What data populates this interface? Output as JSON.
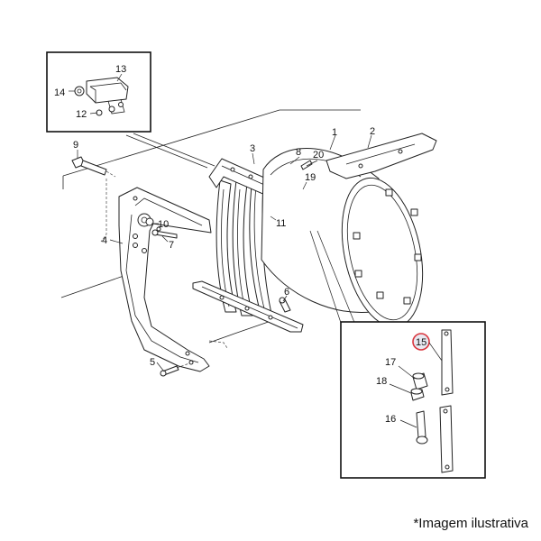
{
  "callouts": {
    "c1": "1",
    "c2": "2",
    "c3": "3",
    "c4": "4",
    "c5": "5",
    "c6": "6",
    "c7": "7",
    "c8": "8",
    "c9": "9",
    "c10": "10",
    "c11": "11",
    "c12": "12",
    "c13": "13",
    "c14": "14",
    "c15": "15",
    "c16": "16",
    "c17": "17",
    "c18": "18",
    "c19": "19",
    "c20": "20"
  },
  "highlight_color": "#d9363e",
  "caption": "*Imagem ilustrativa"
}
